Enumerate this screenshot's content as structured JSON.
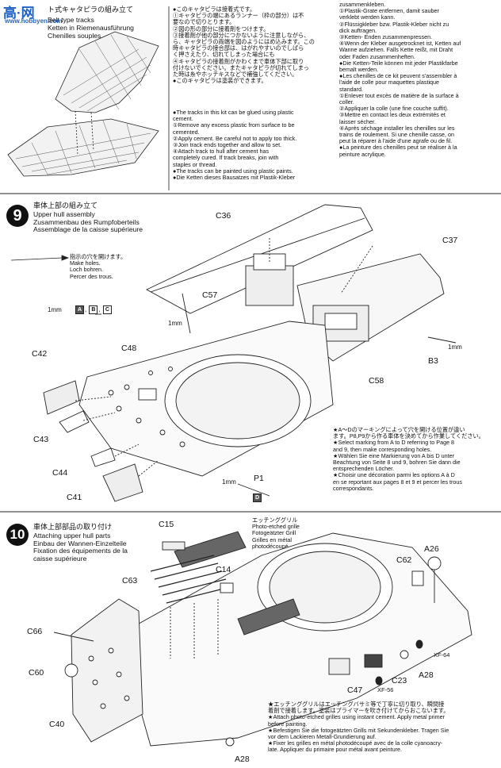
{
  "watermark": {
    "brand": "高·网",
    "url": "www.hobbyen.com"
  },
  "top": {
    "title_jp": "ト式キャタピラの組み立て",
    "title_lines": [
      "Belt type tracks",
      "Ketten in Riemenausführung",
      "Chenilles souples"
    ],
    "jp_notes": [
      "●このキャタピラは接着式です。",
      "①キャタピラの端にあるランナー（枠の部分）は不",
      "要なので切りとります。",
      "②図の形の部分に接着剤をつけます。",
      "③接着剤が他の部分につかないように注意しながら、",
      "ら、キャタピラの両端を図のようにはめ込みます。この",
      "時キャタピラの接合部は、はがれやすいのでしばら",
      "く押さえたり、切れてしまった場合にも",
      "④キャタピラの接着剤がかわくまで車体下部に取り",
      "付けないでください。またキャタピラが切れてしまっ",
      "た時は糸やホッチキスなどで補強してください。",
      "●このキャタピラは塗装ができます。"
    ],
    "en_notes": [
      "●The tracks in this kit can be glued using plastic",
      "cement.",
      "①Remove any excess plastic from surface to be",
      "cemented.",
      "②Apply cement. Be careful not to apply too thick.",
      "③Join track ends together and allow to set.",
      "④Attach track to hull after cement has",
      "completely cured. If track breaks, join with",
      "staples or thread.",
      "●The tracks can be painted using plastic paints.",
      "●Die Ketten dieses Bausatzes mit Plastik-Kleber"
    ],
    "de_fr_notes": [
      "zusammenkleben.",
      "①Plastik-Grate entfernen, damit sauber",
      "verklebt werden kann.",
      "②Flüssigkleber bzw. Plastik-Kleber nicht zu",
      "dick auftragen.",
      "③Ketten- Enden zusammenpressen.",
      "④Wenn der Kleber ausgetrocknet ist, Ketten auf",
      "Wanne aufziehen. Falls Kette reißt, mit Draht",
      "oder Faden zusammenheften.",
      "●Die Ketten-Teile können mit jeder Plastikfarbe",
      "bemalt werden.",
      "●Les chenilles de ce kit peuvent s'assembler à",
      "l'aide de colle pour maquettes plastique",
      "standard.",
      "①Enlever tout excès de matière de la surface à",
      "coller.",
      "②Appliquer la colle (une fine couche suffit).",
      "③Mettre en contact les deux extrémités et",
      "laisser sécher.",
      "④Après séchage installer les chenilles sur les",
      "trains de roulement. Si une chenille casse, on",
      "peut la réparer à l'aide d'une agrafe ou de fil.",
      "●La peinture des chenilles peut se réaliser à la",
      "peinture acrylique."
    ]
  },
  "step9": {
    "number": "9",
    "title_jp": "車体上部の組み立て",
    "title_lines": [
      "Upper hull assembly",
      "Zusammenbau des Rumpfoberteils",
      "Assemblage de la caisse supérieure"
    ],
    "drill_jp": "指示の穴を開けます。",
    "drill_lines": [
      "Make holes.",
      "Loch bohren.",
      "Percer des trous."
    ],
    "labels": {
      "c36": "C36",
      "c37": "C37",
      "c57": "C57",
      "c48": "C48",
      "c42": "C42",
      "c43": "C43",
      "c44": "C44",
      "c41": "C41",
      "c58": "C58",
      "b3": "B3",
      "p1": "P1",
      "mm1": "1mm",
      "mm2": "1mm",
      "mm3": "1mm",
      "mm4": "1mm"
    },
    "marks_abc": [
      "A",
      "B",
      "C"
    ],
    "mark_d": "D",
    "note_lines": [
      "★A～Dのマーキングによって穴を開ける位置が違い",
      "ます。P8,P9から作る車体を決めてから作業してください。",
      "★Select marking from A to D referring to Page 8",
      "and 9, then make corresponding holes.",
      "★Wählen Sie eine Markierung von A bis D unter",
      "Beachtung von Seite 8 und 9, bohren Sie dann die",
      "entsprechenden Löcher.",
      "★Choisir une décoration parmi les options A à D",
      "en se reportant aux pages 8 et 9 et percer les trous",
      "correspondants."
    ]
  },
  "step10": {
    "number": "10",
    "title_jp": "車体上部部品の取り付け",
    "title_lines": [
      "Attaching upper hull parts",
      "Einbau der Wannen-Einzelteile",
      "Fixation des équipements de la",
      "caisse supérieure"
    ],
    "grille_jp": "エッチンググリル",
    "grille_lines": [
      "Photo-etched grille",
      "Fotogeätzter Grill",
      "Grilles en métal",
      "photodécoupé"
    ],
    "labels": {
      "c15": "C15",
      "c63": "C63",
      "c14": "C14",
      "c62": "C62",
      "a26": "A26",
      "c66": "C66",
      "c60": "C60",
      "c40": "C40",
      "c47": "C47",
      "c23": "C23",
      "a28a": "A28",
      "a28b": "A28",
      "xf64": "XF-64",
      "xf56": "XF-56"
    },
    "note_lines": [
      "★エッチンググリルはエッチングバサミ等で丁寧に切り取り、瞬間接",
      "着剤で接着します。塗装はプライマーを吹き付けてからおこないます。",
      "★Attach photo-etched grilles using instant cement. Apply metal primer",
      "before painting.",
      "★Befestigen Sie die fotogeätzten Grills mit Sekundenkleber. Tragen Sie",
      "vor dem Lackieren Metall-Grundierung auf.",
      "★Fixer les grilles en métal photodécoupé avec de la colle cyanoacry-",
      "late. Appliquer du primaire pour métal avant peinture."
    ]
  }
}
